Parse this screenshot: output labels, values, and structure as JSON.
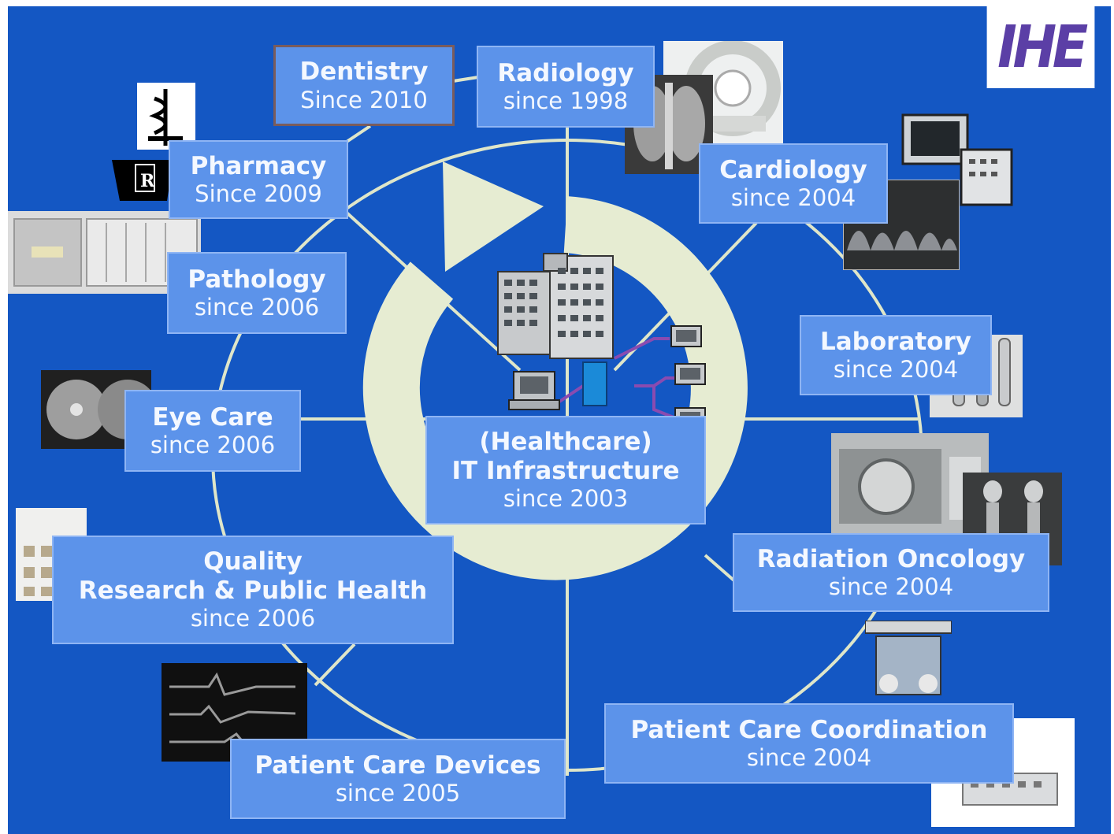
{
  "logo": {
    "text": "IHE"
  },
  "hub": {
    "title_line1": "(Healthcare)",
    "title_line2": "IT Infrastructure",
    "since": "since 2003"
  },
  "domains": [
    {
      "key": "dentistry",
      "name": "Dentistry",
      "since": "Since 2010"
    },
    {
      "key": "radiology",
      "name": "Radiology",
      "since": "since 1998"
    },
    {
      "key": "cardiology",
      "name": "Cardiology",
      "since": "since 2004"
    },
    {
      "key": "laboratory",
      "name": "Laboratory",
      "since": "since 2004"
    },
    {
      "key": "radiation-oncology",
      "name": "Radiation Oncology",
      "since": "since 2004"
    },
    {
      "key": "patient-care-coordination",
      "name": "Patient Care Coordination",
      "since": "since 2004"
    },
    {
      "key": "patient-care-devices",
      "name": "Patient Care Devices",
      "since": "since 2005"
    },
    {
      "key": "quality",
      "name_line1": "Quality",
      "name_line2": "Research & Public Health",
      "since": "since 2006"
    },
    {
      "key": "eye-care",
      "name": "Eye Care",
      "since": "since 2006"
    },
    {
      "key": "pathology",
      "name": "Pathology",
      "since": "since 2006"
    },
    {
      "key": "pharmacy",
      "name": "Pharmacy",
      "since": "Since 2009"
    }
  ],
  "colors": {
    "background": "#1457c3",
    "box_fill": "#5c93ea",
    "box_border": "#8fb5f4",
    "cycle_arrow": "#e6ecd2",
    "connector": "#dfe6c9",
    "logo_text": "#5b3fa6"
  },
  "icons": [
    "cycle-arrow-icon",
    "hospital-building-icon",
    "computer-icon",
    "pharmacy-rx-icon"
  ]
}
